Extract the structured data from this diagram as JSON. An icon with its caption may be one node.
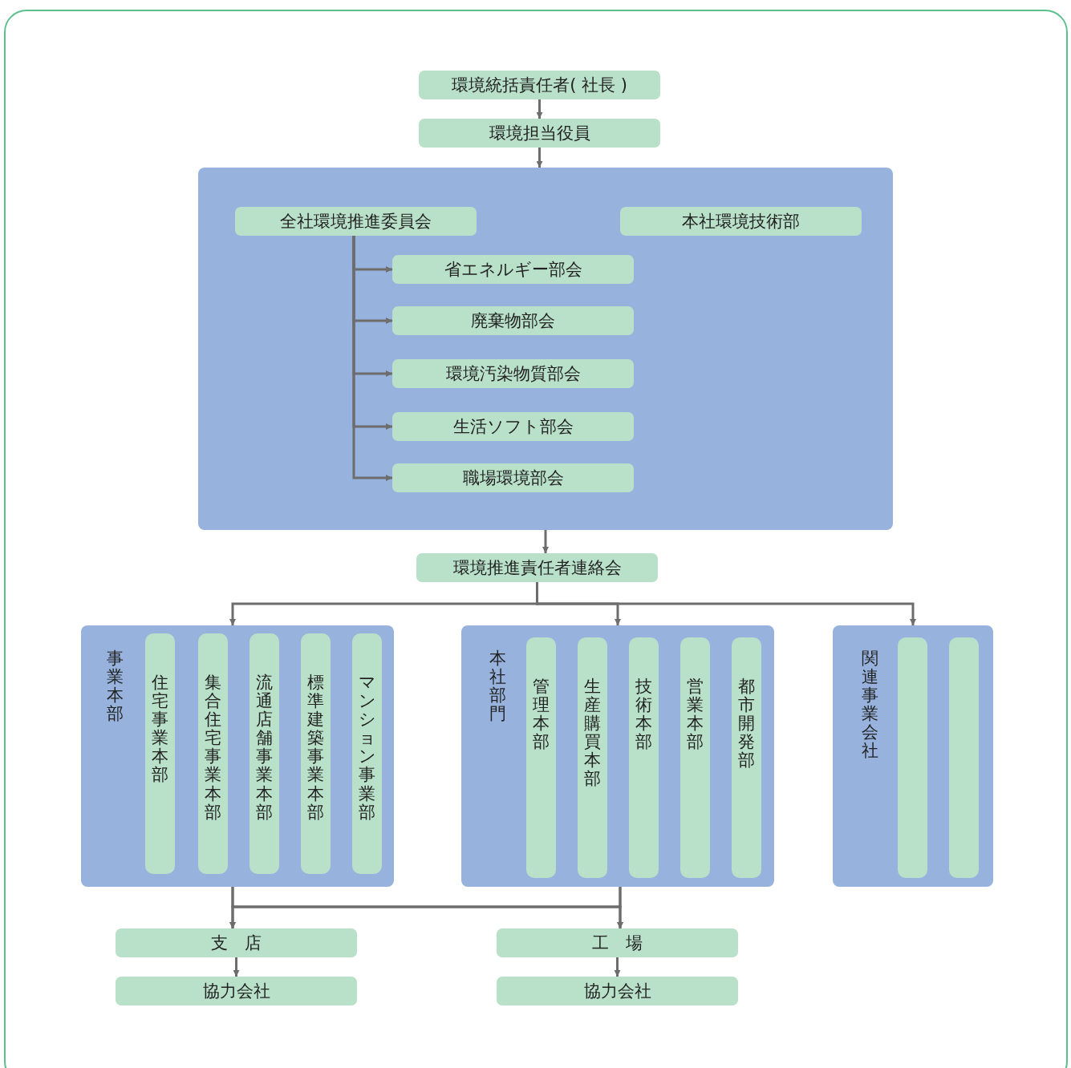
{
  "diagram": {
    "nodes": [
      {
        "text": [
          "環境統括責任者( 社長 )"
        ]
      },
      {
        "text": [
          "環境担当役員"
        ]
      },
      {
        "text": [],
        "shape": "box"
      },
      {
        "text": [
          "全社環境推進委員会"
        ],
        "in": 2
      },
      {
        "text": [
          "本社環境技術部"
        ],
        "in": 2
      },
      {
        "text": [
          "省エネルギー部会"
        ],
        "in": 2
      },
      {
        "text": [
          "廃棄物部会"
        ],
        "in": 2
      },
      {
        "text": [
          "環境汚染物質部会"
        ],
        "in": 2
      },
      {
        "text": [
          "生活ソフト部会"
        ],
        "in": 2
      },
      {
        "text": [
          "職場環境部会"
        ],
        "in": 2
      },
      {
        "text": [
          "環境推進責任者連絡会"
        ]
      },
      {
        "text": [
          "事業本部"
        ]
      },
      {
        "text": [
          "住宅事業本部"
        ],
        "in": 11
      },
      {
        "text": [
          "集合住宅事業本部"
        ],
        "in": 11
      },
      {
        "text": [
          "流通店舗事業本部"
        ],
        "in": 11
      },
      {
        "text": [
          "標準建築事業本部"
        ],
        "in": 11
      },
      {
        "text": [
          "マンション事業部"
        ],
        "in": 11
      },
      {
        "text": [
          "本社部門"
        ]
      },
      {
        "text": [
          "管理本部"
        ],
        "in": 17
      },
      {
        "text": [
          "生産購買本部"
        ],
        "in": 17
      },
      {
        "text": [
          "技術本部"
        ],
        "in": 17
      },
      {
        "text": [
          "営業本部"
        ],
        "in": 17
      },
      {
        "text": [
          "都市開発部"
        ],
        "in": 17
      },
      {
        "text": [
          "関連事業会社"
        ]
      },
      {
        "text": [],
        "shape": "bar",
        "in": 23
      },
      {
        "text": [],
        "shape": "bar",
        "in": 23
      },
      {
        "text": [
          "支　店"
        ]
      },
      {
        "text": [
          "工　場"
        ]
      },
      {
        "text": [
          "協力会社"
        ]
      },
      {
        "text": [
          "協力会社"
        ]
      }
    ],
    "edges": [
      {
        "from": 0,
        "to": 1,
        "arrow": "to"
      },
      {
        "from": 1,
        "to": 2,
        "arrow": "to"
      },
      {
        "from": 3,
        "to": 5,
        "arrow": "to"
      },
      {
        "from": 3,
        "to": 6,
        "arrow": "to"
      },
      {
        "from": 3,
        "to": 7,
        "arrow": "to"
      },
      {
        "from": 3,
        "to": 8,
        "arrow": "to"
      },
      {
        "from": 3,
        "to": 9,
        "arrow": "to"
      },
      {
        "from": 2,
        "to": 10,
        "arrow": "to"
      },
      {
        "from": 10,
        "to": 11,
        "arrow": "to"
      },
      {
        "from": 10,
        "to": 17,
        "arrow": "to"
      },
      {
        "from": 10,
        "to": 23,
        "arrow": "to"
      },
      {
        "from": 11,
        "to": 26,
        "arrow": "to"
      },
      {
        "from": 11,
        "to": 27,
        "arrow": "to"
      },
      {
        "from": 17,
        "to": 26,
        "arrow": "to"
      },
      {
        "from": 17,
        "to": 27,
        "arrow": "to"
      },
      {
        "from": 26,
        "to": 28,
        "arrow": "to"
      },
      {
        "from": 27,
        "to": 29,
        "arrow": "to"
      }
    ]
  }
}
